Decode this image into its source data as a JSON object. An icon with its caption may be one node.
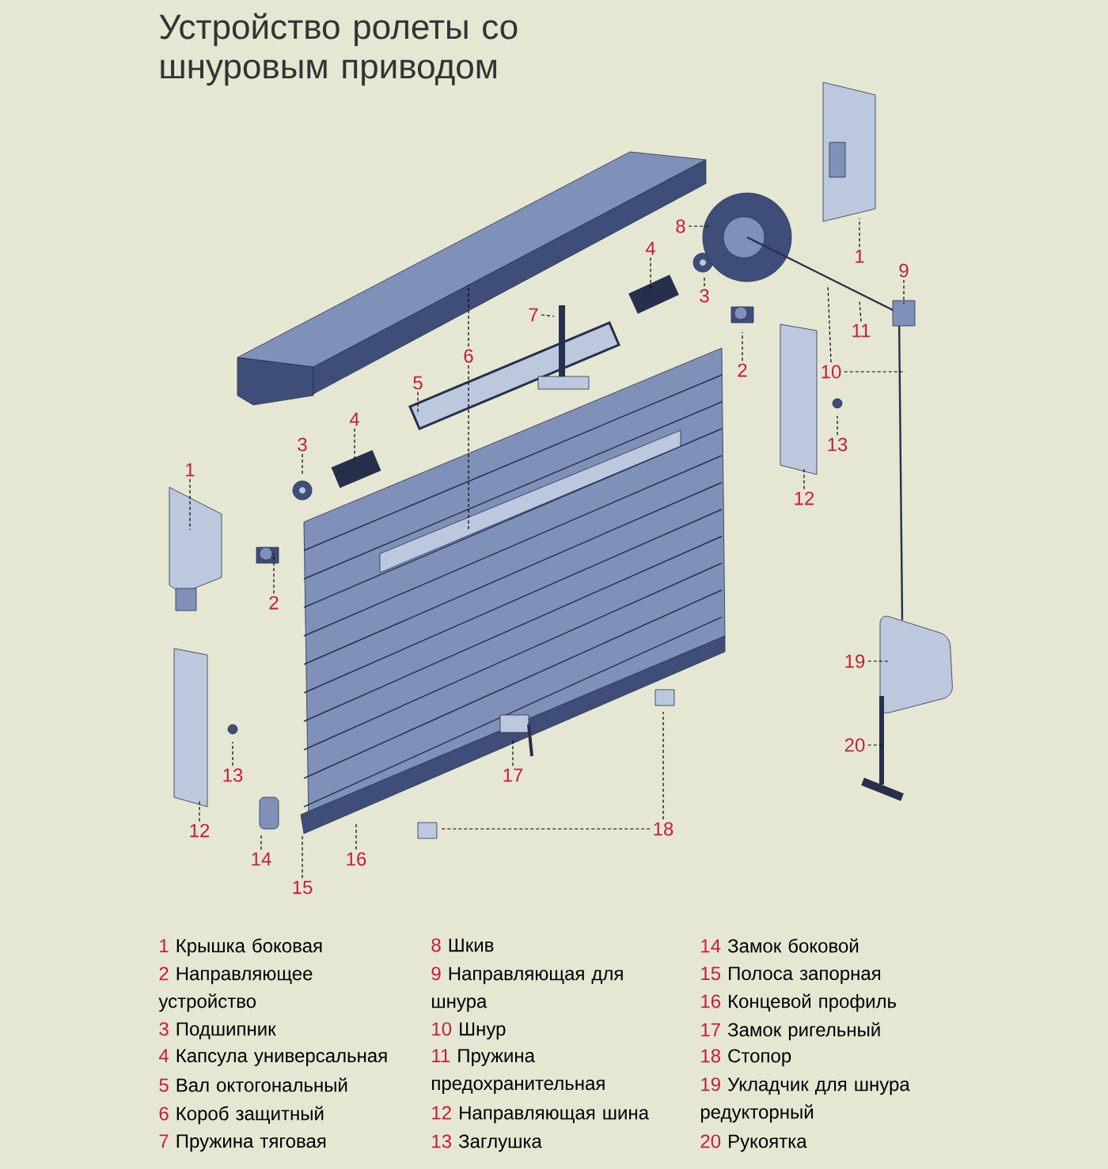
{
  "diagram": {
    "title": "Устройство ролеты со шнуровым приводом",
    "nodes": [
      {
        "text": [
          "8"
        ]
      },
      {
        "text": [
          "1"
        ]
      },
      {
        "text": [
          "4"
        ]
      },
      {
        "text": [
          "9"
        ]
      },
      {
        "text": [
          "3"
        ]
      },
      {
        "text": [
          "7"
        ]
      },
      {
        "text": [
          "11"
        ]
      },
      {
        "text": [
          "6"
        ]
      },
      {
        "text": [
          "2"
        ]
      },
      {
        "text": [
          "10"
        ]
      },
      {
        "text": [
          "5"
        ]
      },
      {
        "text": [
          "4"
        ]
      },
      {
        "text": [
          "13"
        ]
      },
      {
        "text": [
          "3"
        ]
      },
      {
        "text": [
          "1"
        ]
      },
      {
        "text": [
          "12"
        ]
      },
      {
        "text": [
          "2"
        ]
      },
      {
        "text": [
          "19"
        ]
      },
      {
        "text": [
          "20"
        ]
      },
      {
        "text": [
          "13"
        ]
      },
      {
        "text": [
          "17"
        ]
      },
      {
        "text": [
          "18"
        ]
      },
      {
        "text": [
          "12"
        ]
      },
      {
        "text": [
          "14"
        ]
      },
      {
        "text": [
          "16"
        ]
      },
      {
        "text": [
          "15"
        ]
      }
    ],
    "edges": [
      {
        "from": 0,
        "to": null,
        "arrow": "none",
        "style": "dashed"
      },
      {
        "from": 1,
        "to": null,
        "arrow": "none",
        "style": "dashed"
      },
      {
        "from": 2,
        "to": null,
        "arrow": "none",
        "style": "dashed"
      },
      {
        "from": 3,
        "to": null,
        "arrow": "none",
        "style": "dashed"
      },
      {
        "from": 4,
        "to": null,
        "arrow": "none",
        "style": "dashed"
      },
      {
        "from": 5,
        "to": null,
        "arrow": "none",
        "style": "dashed"
      },
      {
        "from": 6,
        "to": null,
        "arrow": "none",
        "style": "dashed"
      },
      {
        "from": 7,
        "to": null,
        "arrow": "none",
        "style": "dashed"
      },
      {
        "from": 7,
        "to": null,
        "arrow": "none",
        "style": "dashed"
      },
      {
        "from": 8,
        "to": null,
        "arrow": "none",
        "style": "dashed"
      },
      {
        "from": 9,
        "to": null,
        "arrow": "none",
        "style": "dashed"
      },
      {
        "from": 9,
        "to": null,
        "arrow": "none",
        "style": "dashed"
      },
      {
        "from": 10,
        "to": null,
        "arrow": "none",
        "style": "dashed"
      },
      {
        "from": 11,
        "to": null,
        "arrow": "none",
        "style": "dashed"
      },
      {
        "from": 12,
        "to": null,
        "arrow": "none",
        "style": "dashed"
      },
      {
        "from": 13,
        "to": null,
        "arrow": "none",
        "style": "dashed"
      },
      {
        "from": 14,
        "to": null,
        "arrow": "none",
        "style": "dashed"
      },
      {
        "from": 15,
        "to": null,
        "arrow": "none",
        "style": "dashed"
      },
      {
        "from": 16,
        "to": null,
        "arrow": "none",
        "style": "dashed"
      },
      {
        "from": 17,
        "to": null,
        "arrow": "none",
        "style": "dashed"
      },
      {
        "from": 18,
        "to": null,
        "arrow": "none",
        "style": "dashed"
      },
      {
        "from": 19,
        "to": null,
        "arrow": "none",
        "style": "dashed"
      },
      {
        "from": 20,
        "to": null,
        "arrow": "none",
        "style": "dashed"
      },
      {
        "from": 21,
        "to": null,
        "arrow": "none",
        "style": "dashed"
      },
      {
        "from": 21,
        "to": null,
        "arrow": "none",
        "style": "dashed"
      },
      {
        "from": 22,
        "to": null,
        "arrow": "none",
        "style": "dashed"
      },
      {
        "from": 23,
        "to": null,
        "arrow": "none",
        "style": "dashed"
      },
      {
        "from": 24,
        "to": null,
        "arrow": "none",
        "style": "dashed"
      },
      {
        "from": 25,
        "to": null,
        "arrow": "none",
        "style": "dashed"
      }
    ],
    "labels": [
      "1",
      "Крышка боковая",
      "2",
      "Направляющее устройство",
      "3",
      "Подшипник",
      "4",
      "Капсула универсальная",
      "5",
      "Вал октогональный",
      "6",
      "Короб защитный",
      "7",
      "Пружина тяговая",
      "8",
      "Шкив",
      "9",
      "Направляющая для шнура",
      "10",
      "Шнур",
      "11",
      "Пружина предохранительная",
      "12",
      "Направляющая шина",
      "13",
      "Заглушка",
      "14",
      "Замок боковой",
      "15",
      "Полоса запорная",
      "16",
      "Концевой профиль",
      "17",
      "Замок ригельный",
      "18",
      "Стопор",
      "19",
      "Укладчик для шнура редукторный",
      "20",
      "Рукоятка"
    ]
  }
}
